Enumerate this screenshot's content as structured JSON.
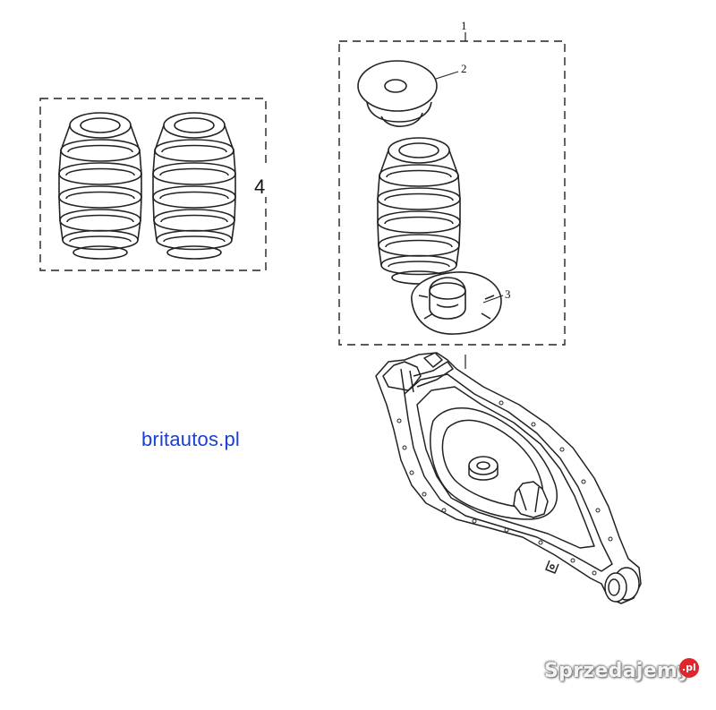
{
  "callouts": {
    "assembly": "1",
    "top_mount": "2",
    "spring_seat": "3",
    "spring_pair": "4"
  },
  "site_url": "britautos.pl",
  "watermark": {
    "text": "Sprzedajemy",
    "badge": ".pl",
    "badge_color": "#e0262d"
  },
  "colors": {
    "line": "#222222",
    "url": "#1a3fd1"
  }
}
